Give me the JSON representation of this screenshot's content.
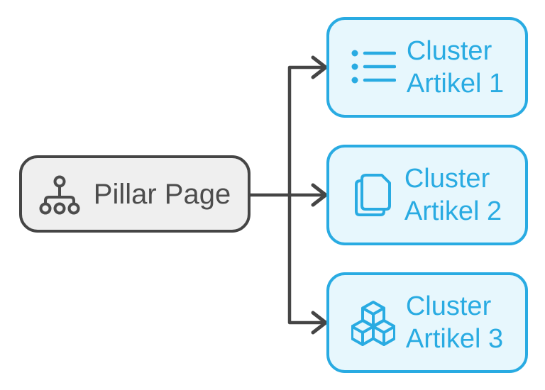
{
  "diagram": {
    "title": "Pillar Page / Cluster Artikel topic cluster diagram",
    "background_color": "#FFFFFF",
    "connector_color": "#454545",
    "pillar": {
      "label": "Pillar Page",
      "icon": "sitemap-icon",
      "fill_color": "#EFEFEF",
      "border_color": "#454545",
      "text_color": "#4C4C4C"
    },
    "cluster_style": {
      "fill_color": "#E7F7FD",
      "border_color": "#29ABE2",
      "text_color": "#29ABE2"
    },
    "clusters": [
      {
        "id": "cluster-artikel-1",
        "label": "Cluster Artikel 1",
        "label_lines": [
          "Cluster",
          "Artikel 1"
        ],
        "icon": "bulleted-list-icon"
      },
      {
        "id": "cluster-artikel-2",
        "label": "Cluster Artikel 2",
        "label_lines": [
          "Cluster",
          "Artikel 2"
        ],
        "icon": "documents-icon"
      },
      {
        "id": "cluster-artikel-3",
        "label": "Cluster Artikel 3",
        "label_lines": [
          "Cluster",
          "Artikel 3"
        ],
        "icon": "cubes-icon"
      }
    ],
    "edges": [
      {
        "from": "Pillar Page",
        "to": "Cluster Artikel 1"
      },
      {
        "from": "Pillar Page",
        "to": "Cluster Artikel 2"
      },
      {
        "from": "Pillar Page",
        "to": "Cluster Artikel 3"
      }
    ]
  }
}
